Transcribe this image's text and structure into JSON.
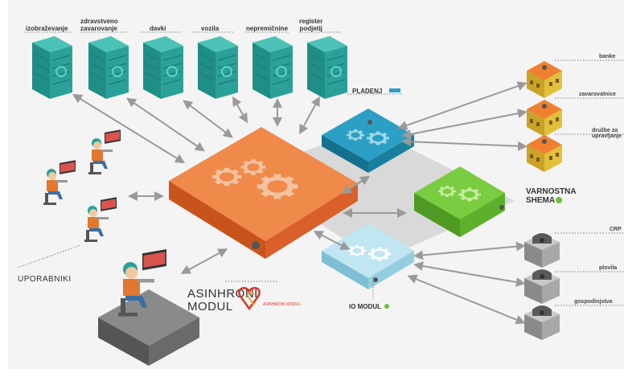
{
  "top_sources": [
    {
      "label": "izobraževanje",
      "icon": "server-icon"
    },
    {
      "label": "zdravstveno\nzavarovanje",
      "icon": "server-icon"
    },
    {
      "label": "davki",
      "icon": "server-icon"
    },
    {
      "label": "vozila",
      "icon": "server-icon"
    },
    {
      "label": "nepremičnine",
      "icon": "server-icon"
    },
    {
      "label": "register\npodjetij",
      "icon": "server-icon"
    }
  ],
  "right_institutions": [
    {
      "label": "banke",
      "icon": "bank-building-icon"
    },
    {
      "label": "zavarovalnice",
      "icon": "bank-building-icon"
    },
    {
      "label": "družbe za\nupravljanje",
      "icon": "bank-building-icon"
    }
  ],
  "right_registries": [
    {
      "label": "CRP",
      "icon": "database-icon"
    },
    {
      "label": "plovila",
      "icon": "database-icon"
    },
    {
      "label": "gospodinjstva",
      "icon": "database-icon"
    }
  ],
  "modules": {
    "pladenj": "PLADENJ",
    "varnostna_line1": "VARNOSTNA",
    "varnostna_line2": "SHEMA",
    "io_modul": "IO MODUL",
    "asinhroni_line1": "ASINHRONI",
    "asinhroni_line2": "MODUL",
    "logo_text": "ASINHRONI MODUL"
  },
  "users_label": "UPORABNIKI",
  "colors": {
    "server": "#2aa198",
    "central": "#e0662a",
    "pladenj": "#1d86a6",
    "varnostna": "#6ec13a",
    "io": "#a8d9e8",
    "arrow": "#999999",
    "user_shirt": "#e07830",
    "user_hair": "#2aa198"
  }
}
